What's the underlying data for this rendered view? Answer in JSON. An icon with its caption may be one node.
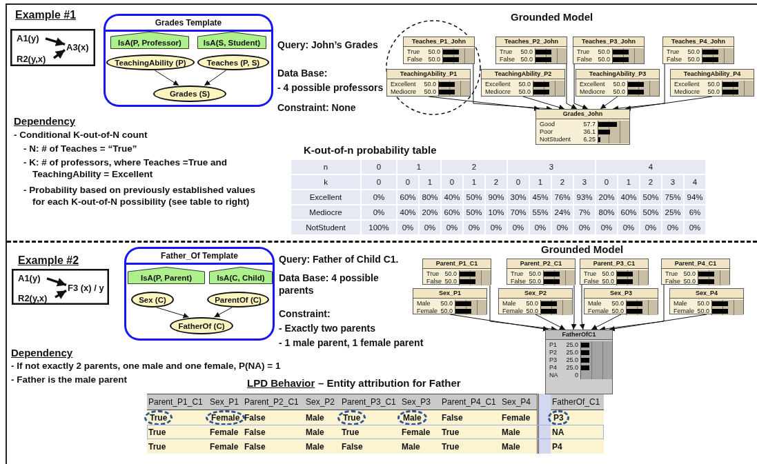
{
  "diagram": {
    "nodes": [
      {
        "text": [],
        "shape": "box"
      },
      {
        "text": [
          "A1(y)"
        ],
        "in": 0
      },
      {
        "text": [
          "R2(y,x)"
        ],
        "in": 0
      },
      {
        "text": [
          "A3(x)"
        ],
        "in": 0
      },
      {
        "text": [
          "Grades Template"
        ]
      },
      {
        "text": [
          "IsA(P, Professor)"
        ],
        "in": 4
      },
      {
        "text": [
          "IsA(S, Student)"
        ],
        "in": 4
      },
      {
        "text": [
          "TeachingAbility (P)"
        ],
        "in": 4
      },
      {
        "text": [
          "Teaches (P, S)"
        ],
        "in": 4
      },
      {
        "text": [
          "Grades (S)"
        ],
        "in": 4
      },
      {
        "text": [
          "Teaches_P1_John",
          "True",
          "50.0",
          "False",
          "50.0"
        ]
      },
      {
        "text": [
          "Teaches_P2_John",
          "True",
          "50.0",
          "False",
          "50.0"
        ]
      },
      {
        "text": [
          "Teaches_P3_John",
          "True",
          "50.0",
          "False",
          "50.0"
        ]
      },
      {
        "text": [
          "Teaches_P4_John",
          "True",
          "50.0",
          "False",
          "50.0"
        ]
      },
      {
        "text": [
          "TeachingAbility_P1",
          "Excellent",
          "50.0",
          "Mediocre",
          "50.0"
        ]
      },
      {
        "text": [
          "TeachingAbility_P2",
          "Excellent",
          "50.0",
          "Mediocre",
          "50.0"
        ]
      },
      {
        "text": [
          "TeachingAbility_P3",
          "Excellent",
          "50.0",
          "Mediocre",
          "50.0"
        ]
      },
      {
        "text": [
          "TeachingAbility_P4",
          "Excellent",
          "50.0",
          "Mediocre",
          "50.0"
        ]
      },
      {
        "text": [
          "Grades_John",
          "Good",
          "57.7",
          "Poor",
          "36.1",
          "NotStudent",
          "6.25"
        ]
      },
      {
        "text": [],
        "shape": "box"
      },
      {
        "text": [
          "A1(y)"
        ],
        "in": 19
      },
      {
        "text": [
          "R2(y,x)"
        ],
        "in": 19
      },
      {
        "text": [
          "F3 (x) / y"
        ],
        "in": 19
      },
      {
        "text": [
          "Father_Of Template"
        ]
      },
      {
        "text": [
          "IsA(P, Parent)"
        ],
        "in": 23
      },
      {
        "text": [
          "IsA(C, Child)"
        ],
        "in": 23
      },
      {
        "text": [
          "Sex (C)"
        ],
        "in": 23
      },
      {
        "text": [
          "ParentOf (C)"
        ],
        "in": 23
      },
      {
        "text": [
          "FatherOf (C)"
        ],
        "in": 23
      },
      {
        "text": [
          "Parent_P1_C1",
          "True",
          "50.0",
          "False",
          "50.0"
        ]
      },
      {
        "text": [
          "Parent_P2_C1",
          "True",
          "50.0",
          "False",
          "50.0"
        ]
      },
      {
        "text": [
          "Parent_P3_C1",
          "True",
          "50.0",
          "False",
          "50.0"
        ]
      },
      {
        "text": [
          "Parent_P4_C1",
          "True",
          "50.0",
          "False",
          "50.0"
        ]
      },
      {
        "text": [
          "Sex_P1",
          "Male",
          "50.0",
          "Female",
          "50.0"
        ]
      },
      {
        "text": [
          "Sex_P2",
          "Male",
          "50.0",
          "Female",
          "50.0"
        ]
      },
      {
        "text": [
          "Sex_P3",
          "Male",
          "50.0",
          "Female",
          "50.0"
        ]
      },
      {
        "text": [
          "Sex_P4",
          "Male",
          "50.0",
          "Female",
          "50.0"
        ]
      },
      {
        "text": [
          "FatherOfC1",
          "P1",
          "25.0",
          "P2",
          "25.0",
          "P3",
          "25.0",
          "P4",
          "25.0",
          "NA",
          "0"
        ]
      }
    ],
    "edges": [
      {
        "from": 1,
        "to": 3,
        "arrow": "to",
        "style": "thick"
      },
      {
        "from": 2,
        "to": 3,
        "arrow": "to",
        "style": "thick"
      },
      {
        "from": 7,
        "to": 9,
        "arrow": "to"
      },
      {
        "from": 8,
        "to": 9,
        "arrow": "to"
      },
      {
        "from": 10,
        "to": 18,
        "arrow": "to"
      },
      {
        "from": 14,
        "to": 18,
        "arrow": "to"
      },
      {
        "from": 11,
        "to": 18,
        "arrow": "to"
      },
      {
        "from": 15,
        "to": 18,
        "arrow": "to"
      },
      {
        "from": 12,
        "to": 18,
        "arrow": "to"
      },
      {
        "from": 16,
        "to": 18,
        "arrow": "to"
      },
      {
        "from": 13,
        "to": 18,
        "arrow": "to"
      },
      {
        "from": 17,
        "to": 18,
        "arrow": "to"
      },
      {
        "from": 20,
        "to": 22,
        "arrow": "to",
        "style": "thick"
      },
      {
        "from": 21,
        "to": 22,
        "arrow": "to",
        "style": "thick"
      },
      {
        "from": 26,
        "to": 28,
        "arrow": "to"
      },
      {
        "from": 27,
        "to": 28,
        "arrow": "to"
      },
      {
        "from": 29,
        "to": 37,
        "arrow": "to"
      },
      {
        "from": 33,
        "to": 37,
        "arrow": "to"
      },
      {
        "from": 30,
        "to": 37,
        "arrow": "to"
      },
      {
        "from": 34,
        "to": 37,
        "arrow": "to"
      },
      {
        "from": 31,
        "to": 37,
        "arrow": "to"
      },
      {
        "from": 35,
        "to": 37,
        "arrow": "to"
      },
      {
        "from": 32,
        "to": 37,
        "arrow": "to"
      },
      {
        "from": 36,
        "to": 37,
        "arrow": "to"
      }
    ],
    "labels": [
      "Example #1",
      "Query: John’s Grades",
      "Data Base:",
      "- 4 possible professors",
      "Constraint: None",
      "Grounded Model",
      "Dependency",
      "- Conditional K-out-of-N count",
      "- N: # of Teaches = “True”",
      "- K: # of professors, where Teaches =True and TeachingAbility = Excellent",
      "- Probability based on previously established values for each K-out-of-N possibility (see table to right)",
      "K-out-of-n probability table",
      "n",
      "0",
      "1",
      "2",
      "3",
      "4",
      "k",
      "0",
      "0",
      "1",
      "0",
      "1",
      "2",
      "0",
      "1",
      "2",
      "3",
      "0",
      "1",
      "2",
      "3",
      "4",
      "Excellent",
      "0%",
      "60%",
      "80%",
      "40%",
      "50%",
      "90%",
      "30%",
      "45%",
      "76%",
      "93%",
      "20%",
      "40%",
      "50%",
      "75%",
      "94%",
      "Mediocre",
      "0%",
      "40%",
      "20%",
      "60%",
      "50%",
      "10%",
      "70%",
      "55%",
      "24%",
      "7%",
      "80%",
      "60%",
      "50%",
      "25%",
      "6%",
      "NotStudent",
      "100%",
      "0%",
      "0%",
      "0%",
      "0%",
      "0%",
      "0%",
      "0%",
      "0%",
      "0%",
      "0%",
      "0%",
      "0%",
      "0%",
      "0%",
      "Example #2",
      "Query: Father of Child C1.",
      "Data Base: 4 possible parents",
      "Constraint:",
      "- Exactly two parents",
      "- 1 male parent, 1 female parent",
      "Grounded Model",
      "Dependency",
      "- If not exactly 2 parents, one male and one female, P(NA) = 1",
      "- Father is the male parent",
      "LPD Behavior",
      "– Entity attribution for Father",
      "Parent_P1_C1",
      "Sex_P1",
      "Parent_P2_C1",
      "Sex_P2",
      "Parent_P3_C1",
      "Sex_P3",
      "Parent_P4_C1",
      "Sex_P4",
      "FatherOf_C1",
      "True",
      "Female",
      "False",
      "Male",
      "True",
      "Male",
      "False",
      "Female",
      "P3",
      "True",
      "Female",
      "False",
      "Male",
      "True",
      "Female",
      "True",
      "Male",
      "NA",
      "True",
      "Female",
      "False",
      "Male",
      "False",
      "Male",
      "True",
      "Male",
      "P4"
    ]
  }
}
